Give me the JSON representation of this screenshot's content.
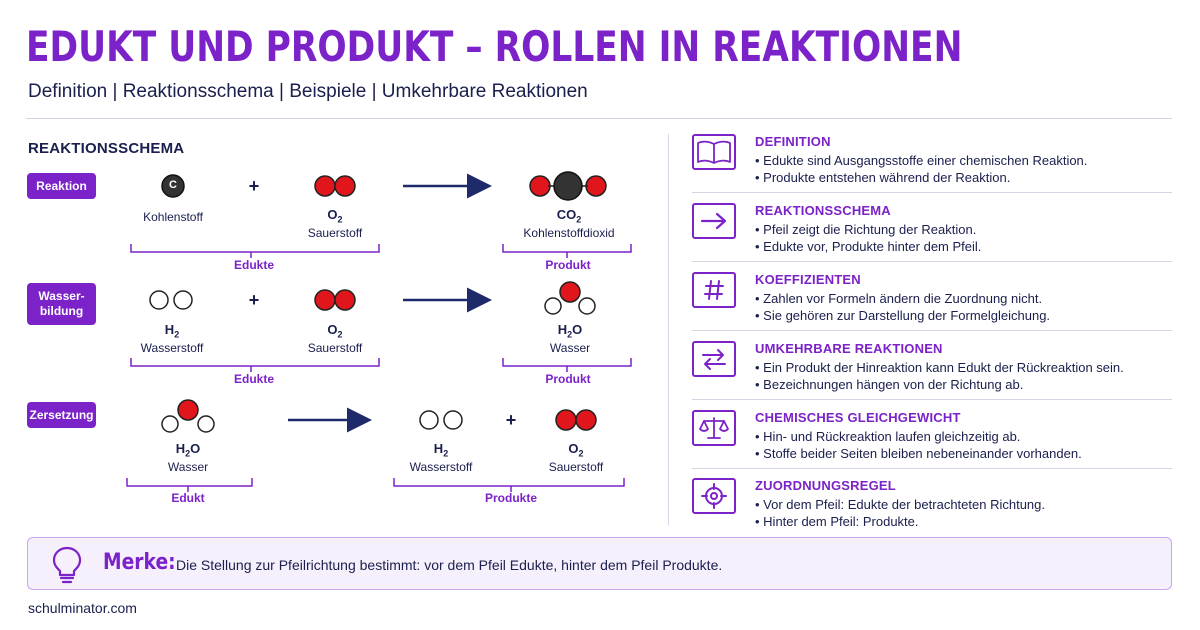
{
  "header": {
    "title": "Edukt und Produkt – Rollen in Reaktionen",
    "subtitle": "Definition | Reaktionsschema | Beispiele | Umkehrbare Reaktionen"
  },
  "schema": {
    "heading": "REAKTIONSSCHEMA",
    "plus_sign": "+",
    "rows": [
      {
        "badge": "Reaktion",
        "left_items": [
          {
            "formula": "",
            "name": "Kohlenstoff",
            "atom_label": "C"
          },
          {
            "formula_base": "O",
            "formula_sub": "2",
            "name": "Sauerstoff"
          }
        ],
        "left_group": "Edukte",
        "right_items": [
          {
            "formula_base": "CO",
            "formula_sub": "2",
            "name": "Kohlenstoffdioxid"
          }
        ],
        "right_group": "Produkt"
      },
      {
        "badge": "Wasser-\nbildung",
        "left_items": [
          {
            "formula_base": "H",
            "formula_sub": "2",
            "name": "Wasserstoff"
          },
          {
            "formula_base": "O",
            "formula_sub": "2",
            "name": "Sauerstoff"
          }
        ],
        "left_group": "Edukte",
        "right_items": [
          {
            "formula_base": "H",
            "formula_sub": "2",
            "formula_tail": "O",
            "name": "Wasser"
          }
        ],
        "right_group": "Produkt"
      },
      {
        "badge": "Zersetzung",
        "left_items": [
          {
            "formula_base": "H",
            "formula_sub": "2",
            "formula_tail": "O",
            "name": "Wasser"
          }
        ],
        "left_group": "Edukt",
        "right_items": [
          {
            "formula_base": "H",
            "formula_sub": "2",
            "name": "Wasserstoff"
          },
          {
            "formula_base": "O",
            "formula_sub": "2",
            "name": "Sauerstoff"
          }
        ],
        "right_group": "Produkte"
      }
    ]
  },
  "cards": [
    {
      "icon": "book-icon",
      "title": "DEFINITION",
      "bullets": [
        "• Edukte sind Ausgangsstoffe einer chemischen Reaktion.",
        "• Produkte entstehen während der Reaktion."
      ]
    },
    {
      "icon": "arrow-right-icon",
      "title": "REAKTIONSSCHEMA",
      "bullets": [
        "• Pfeil zeigt die Richtung der Reaktion.",
        "• Edukte vor, Produkte hinter dem Pfeil."
      ]
    },
    {
      "icon": "hash-icon",
      "title": "KOEFFIZIENTEN",
      "bullets": [
        "• Zahlen vor Formeln ändern die Zuordnung nicht.",
        "• Sie gehören zur Darstellung der Formelgleichung."
      ]
    },
    {
      "icon": "swap-arrows-icon",
      "title": "UMKEHRBARE REAKTIONEN",
      "bullets": [
        "• Ein Produkt der Hinreaktion kann Edukt der Rückreaktion sein.",
        "• Bezeichnungen hängen von der Richtung ab."
      ]
    },
    {
      "icon": "balance-scale-icon",
      "title": "CHEMISCHES GLEICHGEWICHT",
      "bullets": [
        "• Hin- und Rückreaktion laufen gleichzeitig ab.",
        "• Stoffe beider Seiten bleiben nebeneinander vorhanden."
      ]
    },
    {
      "icon": "target-icon",
      "title": "ZUORDNUNGSREGEL",
      "bullets": [
        "• Vor dem Pfeil: Edukte der betrachteten Richtung.",
        "• Hinter dem Pfeil: Produkte."
      ]
    }
  ],
  "merke": {
    "label": "Merke:",
    "text": "Die Stellung zur Pfeilrichtung bestimmt: vor dem Pfeil Edukte, hinter dem Pfeil Produkte."
  },
  "footer": {
    "brand": "schulminator.com"
  },
  "colors": {
    "accent": "#7b22c9",
    "navy": "#1a1f4d",
    "oxygen": "#e0161c",
    "carbon": "#333333"
  }
}
